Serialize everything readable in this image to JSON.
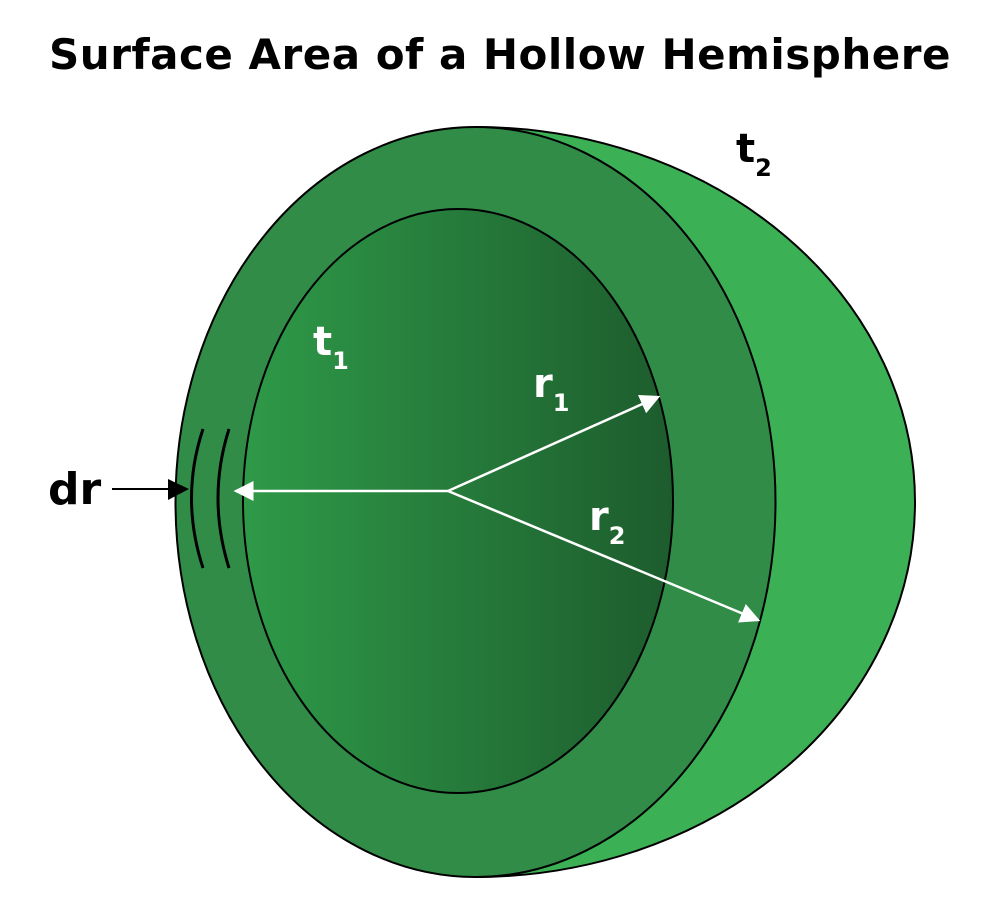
{
  "title": "Surface Area of a Hollow Hemisphere",
  "labels": {
    "t1": {
      "main": "t",
      "sub": "1"
    },
    "t2": {
      "main": "t",
      "sub": "2"
    },
    "r1": {
      "main": "r",
      "sub": "1"
    },
    "r2": {
      "main": "r",
      "sub": "2"
    },
    "dr": "dr"
  },
  "colors": {
    "outer_shell": "#3cb055",
    "front_ring": "#318c48",
    "inner_light": "#2e9a48",
    "inner_dark": "#1d5c2d",
    "arrow": "#ffffff",
    "outline": "#000000"
  }
}
